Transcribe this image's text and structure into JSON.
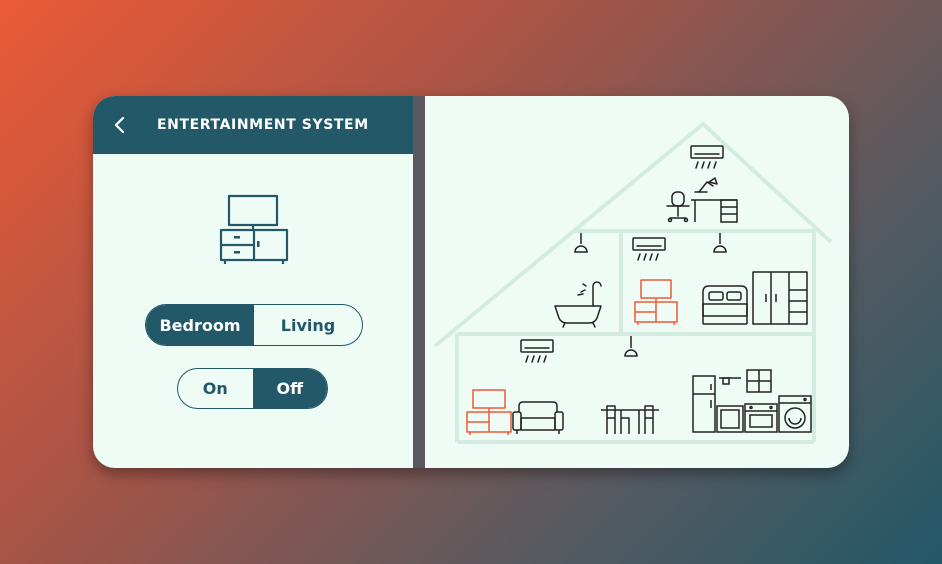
{
  "header": {
    "title": "ENTERTAINMENT SYSTEM",
    "back_icon": "chevron-left-icon"
  },
  "device": {
    "icon": "tv-cabinet-icon"
  },
  "room_toggle": {
    "options": [
      "Bedroom",
      "Living"
    ],
    "selected": "Bedroom"
  },
  "power_toggle": {
    "options": [
      "On",
      "Off"
    ],
    "selected": "Off"
  },
  "colors": {
    "primary": "#225868",
    "panel": "#effcf6",
    "highlight": "#ec5a36",
    "house_outline": "#d4ebe2"
  }
}
